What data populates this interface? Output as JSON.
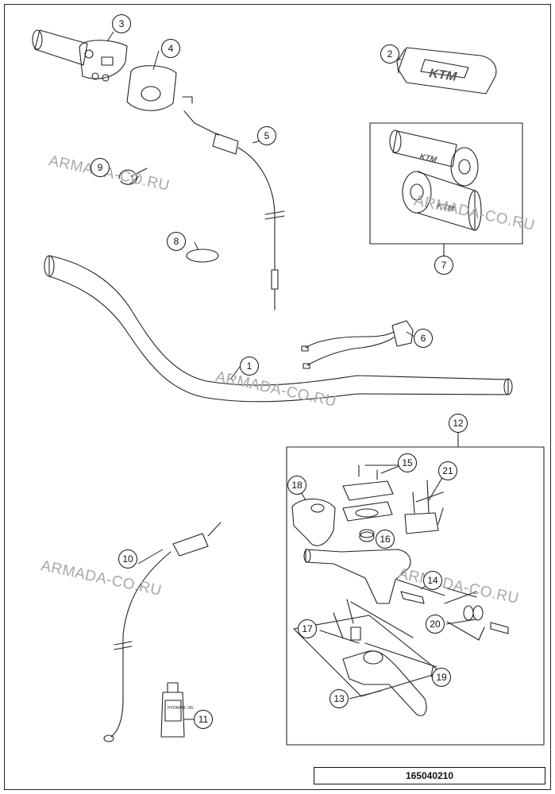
{
  "watermark": "ARMADA-CO.RU",
  "part_number": "165040210",
  "grip_brand": "KTM",
  "oil_label": "HYDRAUL OIL",
  "callouts": {
    "c1": "1",
    "c2": "2",
    "c3": "3",
    "c4": "4",
    "c5": "5",
    "c6": "6",
    "c7": "7",
    "c8": "8",
    "c9": "9",
    "c10": "10",
    "c11": "11",
    "c12": "12",
    "c13": "13",
    "c14": "14",
    "c15": "15",
    "c16": "16",
    "c17": "17",
    "c18": "18",
    "c19": "19",
    "c20": "20",
    "c21": "21"
  }
}
